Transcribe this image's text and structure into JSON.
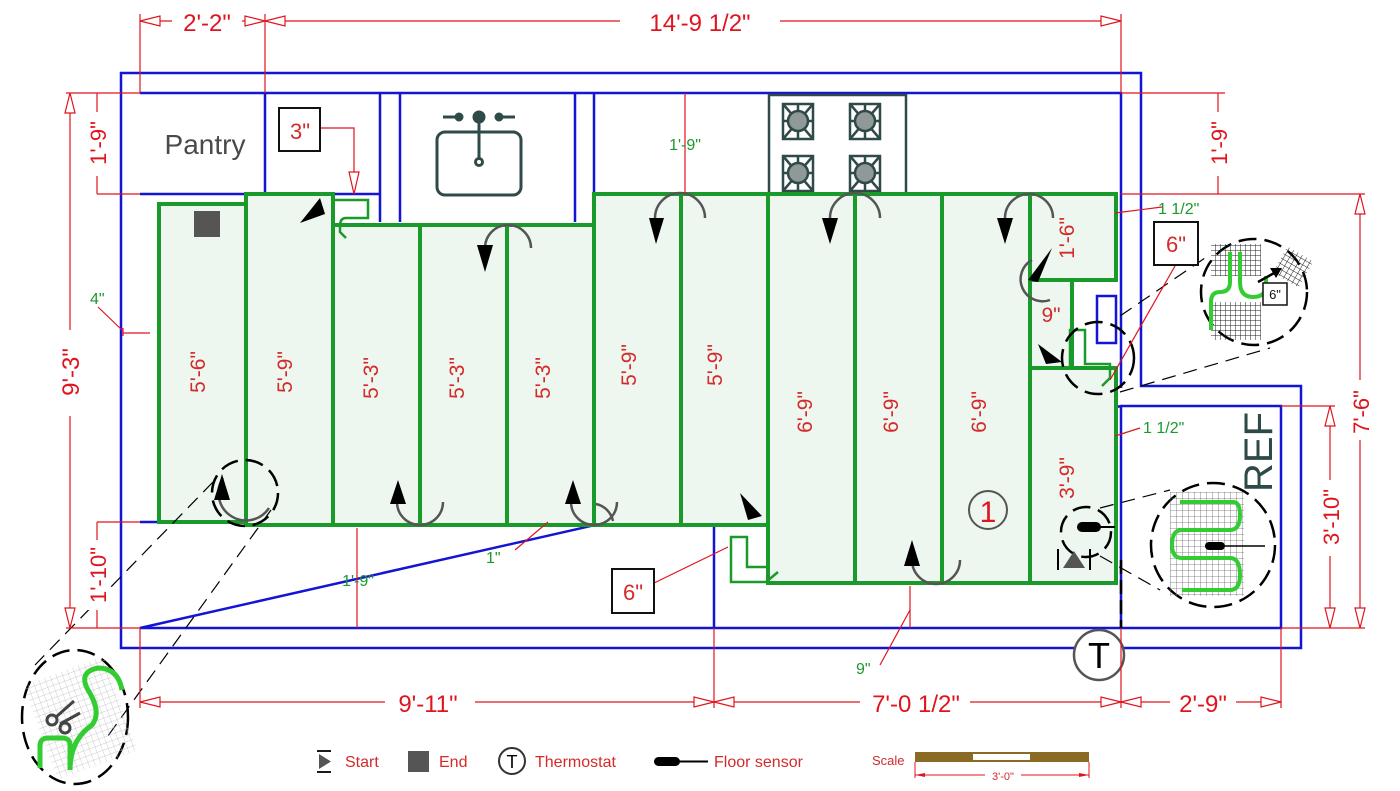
{
  "title": "Floor heating layout plan",
  "colors": {
    "wall": "#1414d4",
    "dimension": "#e0141e",
    "mat_outline": "#1a9a2a",
    "mat_fill": "#edf7ef",
    "label_red": "#d42a2a",
    "fixture": "#2f4a48",
    "scale_brown": "#8b6a23"
  },
  "rooms": {
    "pantry": "Pantry",
    "refrigerator": "REF"
  },
  "overall_dimensions": {
    "top_left": "2'-2\"",
    "top_total": "14'-9 1/2\"",
    "left_total": "9'-3\"",
    "left_upper": "1'-9\"",
    "left_lower": "1'-10\"",
    "right_upper": "1'-9\"",
    "right_total": "7'-6\"",
    "right_lower": "3'-10\"",
    "bottom_left": "9'-11\"",
    "bottom_mid": "7'-0 1/2\"",
    "bottom_right": "2'-9\""
  },
  "offsets": {
    "left_gap": "4\"",
    "counter_depth_top": "1'-9\"",
    "counter_depth_bottom": "1'-9\"",
    "bottom_gap": "1\"",
    "bottom_gap_right": "9\"",
    "right_gap_top": "1 1/2\"",
    "right_gap_lower": "1 1/2\""
  },
  "callouts": {
    "top_bend": "3\"",
    "bottom_bend": "6\"",
    "right_bend": "6\"",
    "detail_bend": "6\""
  },
  "mat_strips": [
    {
      "length": "5'-6\""
    },
    {
      "length": "5'-9\""
    },
    {
      "length": "5'-3\""
    },
    {
      "length": "5'-3\""
    },
    {
      "length": "5'-3\""
    },
    {
      "length": "5'-9\""
    },
    {
      "length": "5'-9\""
    },
    {
      "length": "6'-9\""
    },
    {
      "length": "6'-9\""
    },
    {
      "length": "6'-9\""
    },
    {
      "length": "1'-6\""
    },
    {
      "length": "9\""
    },
    {
      "length": "3'-9\""
    }
  ],
  "zone_number": "1",
  "thermostat_symbol": "T",
  "legend": {
    "start": "Start",
    "end": "End",
    "thermostat": "Thermostat",
    "thermostat_symbol": "T",
    "floor_sensor": "Floor sensor"
  },
  "scale": {
    "label": "Scale",
    "length": "3'-0\""
  }
}
